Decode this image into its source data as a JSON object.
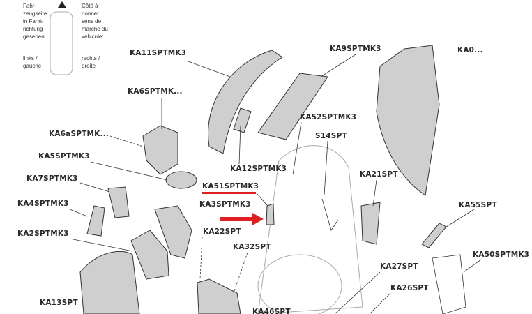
{
  "legend": {
    "left_text": [
      "Fahr-",
      "zeugseite",
      "in Fahrt-",
      "richtung",
      "gesehen:"
    ],
    "left_side": [
      "links /",
      "gauche"
    ],
    "right_text": [
      "Côté à",
      "donner",
      "sens de",
      "marche du",
      "véhicule:"
    ],
    "right_side": [
      "rechts /",
      "droite"
    ]
  },
  "labels": {
    "ka11": "KA11SPTMK3",
    "ka9": "KA9SPTMK3",
    "ka0": "KA0...",
    "ka6": "KA6SPTMK...",
    "ka6a": "KA6aSPTMK...",
    "ka52": "KA52SPTMK3",
    "s14": "S14SPT",
    "ka5": "KA5SPTMK3",
    "ka12": "KA12SPTMK3",
    "ka21": "KA21SPT",
    "ka7": "KA7SPTMK3",
    "ka51": "KA51SPTMK3",
    "ka4": "KA4SPTMK3",
    "ka3": "KA3SPTMK3",
    "ka55": "KA55SPT",
    "ka22": "KA22SPT",
    "ka2": "KA2SPTMK3",
    "ka32": "KA32SPT",
    "ka50": "KA50SPTMK3",
    "ka27": "KA27SPT",
    "ka26": "KA26SPT",
    "ka13": "KA13SPT",
    "ka46": "KA46SPT"
  },
  "highlight_color": "#e02020"
}
